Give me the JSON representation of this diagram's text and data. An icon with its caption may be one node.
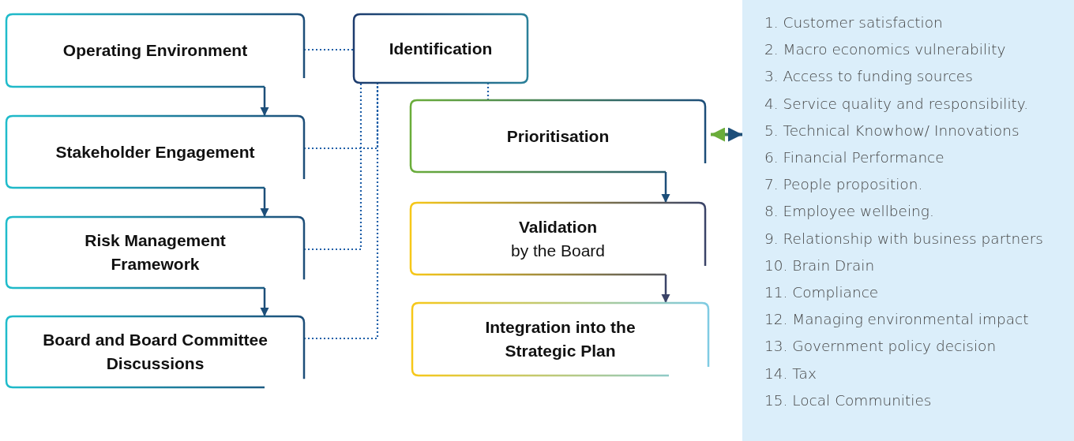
{
  "diagram": {
    "nodes": [
      {
        "text": [
          "Operating Environment"
        ]
      },
      {
        "text": [
          "Stakeholder Engagement"
        ]
      },
      {
        "text": [
          "Risk Management Framework"
        ]
      },
      {
        "text": [
          "Board and Board Committee Discussions"
        ]
      },
      {
        "text": [
          "Identification"
        ]
      },
      {
        "text": [
          "Prioritisation"
        ]
      },
      {
        "text": [
          "Validation",
          "by the Board"
        ]
      },
      {
        "text": [
          "Integration into the Strategic Plan"
        ]
      },
      {
        "text": [
          "1. Customer satisfaction",
          "2. Macro economics vulnerability",
          "3. Access to funding sources",
          "4. Service quality and responsibility.",
          "5. Technical Knowhow/ Innovations",
          "6. Financial Performance",
          "7. People proposition.",
          "8. Employee wellbeing.",
          "9. Relationship with business partners",
          "10. Brain Drain",
          "11. Compliance",
          "12. Managing environmental impact",
          "13. Government policy decision",
          "14. Tax",
          "15. Local Communities"
        ]
      }
    ],
    "edges": [
      {
        "from": 0,
        "to": 1,
        "arrow": "to"
      },
      {
        "from": 1,
        "to": 2,
        "arrow": "to"
      },
      {
        "from": 2,
        "to": 3,
        "arrow": "to"
      },
      {
        "from": 0,
        "to": 4,
        "arrow": "none",
        "style": "dashed",
        "color": "#1f5fa8"
      },
      {
        "from": 1,
        "to": 4,
        "arrow": "none",
        "style": "dashed",
        "color": "#1f5fa8"
      },
      {
        "from": 2,
        "to": 4,
        "arrow": "none",
        "style": "dashed",
        "color": "#1f5fa8"
      },
      {
        "from": 3,
        "to": 4,
        "arrow": "none",
        "style": "dashed",
        "color": "#1f5fa8"
      },
      {
        "from": 4,
        "to": 5,
        "arrow": "none",
        "style": "dashed",
        "color": "#1f5fa8"
      },
      {
        "from": 5,
        "to": 6,
        "arrow": "to"
      },
      {
        "from": 6,
        "to": 7,
        "arrow": "to"
      },
      {
        "from": 5,
        "to": 8,
        "arrow": "both",
        "style": "thick"
      }
    ]
  }
}
